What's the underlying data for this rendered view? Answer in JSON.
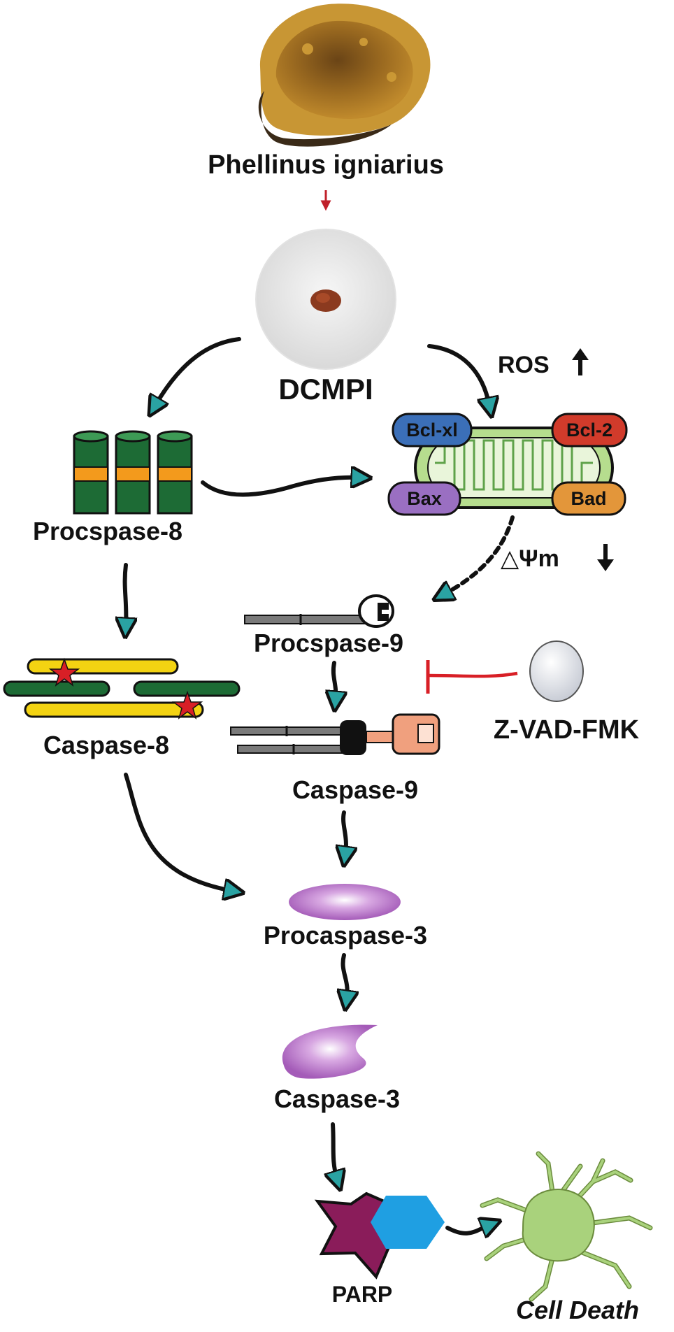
{
  "source": {
    "name": "Phellinus igniarius",
    "extract": "DCMPI"
  },
  "markers": {
    "ros": "ROS",
    "membrane_potential": "△Ψm"
  },
  "bcl2_family": {
    "bclxl": "Bcl-xl",
    "bcl2": "Bcl-2",
    "bax": "Bax",
    "bad": "Bad",
    "colors": {
      "bclxl": "#3b6fb8",
      "bcl2": "#d13b2b",
      "bax": "#9a6fc2",
      "bad": "#e3963a"
    }
  },
  "caspases": {
    "procaspase8": "Procspase-8",
    "caspase8": "Caspase-8",
    "procaspase9": "Procspase-9",
    "caspase9": "Caspase-9",
    "procaspase3": "Procaspase-3",
    "caspase3": "Caspase-3",
    "parp": "PARP"
  },
  "inhibitor": {
    "name": "Z-VAD-FMK"
  },
  "outcome": {
    "label": "Cell Death"
  },
  "colors": {
    "arrowhead": "#2aa3a3",
    "inhibition": "#d81f26",
    "source_arrow": "#c0202a",
    "pro8_green": "#1d6b35",
    "pro8_band": "#f39a1c",
    "yellow_rod": "#f3d312",
    "caspase3": "#b36fc4",
    "parp_star": "#8a1c5a",
    "parp_hex": "#1f9fe2",
    "cell": "#a9d27c"
  }
}
